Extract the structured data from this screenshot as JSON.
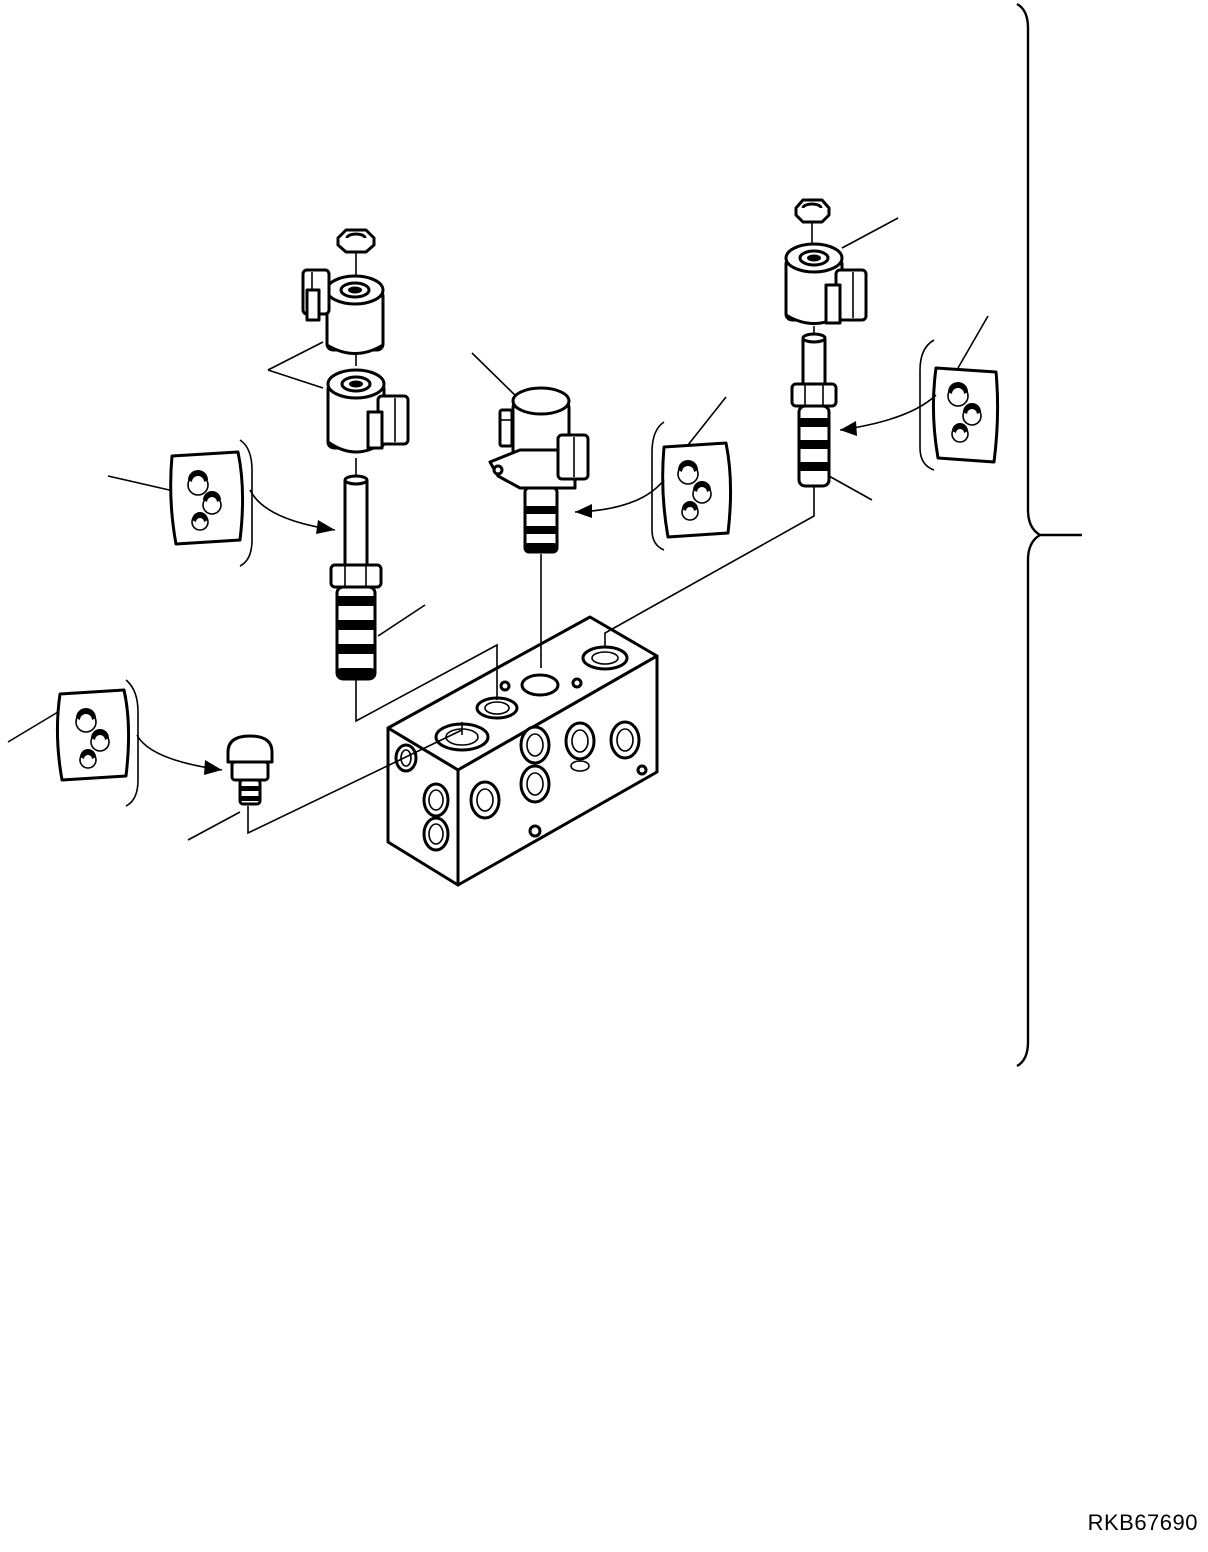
{
  "drawing": {
    "reference_code": "RKB67690"
  },
  "components": [
    "hex-nut",
    "solenoid-coil",
    "solenoid-valve-stem",
    "proportional-solenoid-valve",
    "plug",
    "valve-block",
    "thread-sealant-tube"
  ]
}
